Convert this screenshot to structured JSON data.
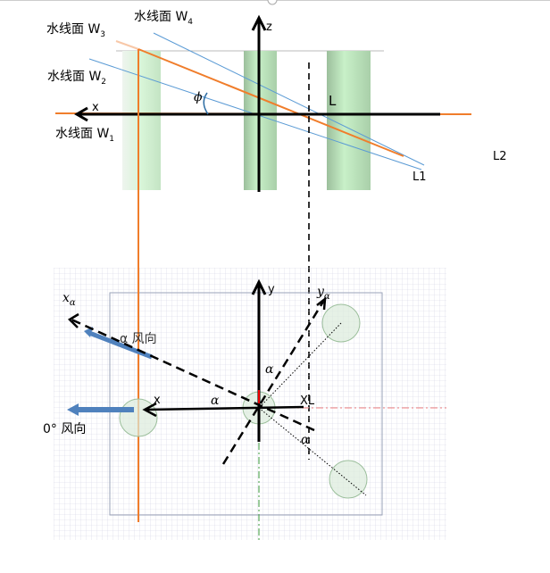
{
  "top_view": {
    "w1": "水线面 W",
    "w1_sub": "1",
    "w2": "水线面 W",
    "w2_sub": "2",
    "w3": "水线面 W",
    "w3_sub": "3",
    "w4": "水线面 W",
    "w4_sub": "4",
    "z_axis": "z",
    "x_axis": "x",
    "phi": "ϕ",
    "L": "L",
    "L1": "L1",
    "L2": "L2"
  },
  "plan_view": {
    "y_axis": "y",
    "x_axis": "x",
    "xa": "x",
    "ya": "y",
    "alpha_sub": "α",
    "alpha1": "α",
    "alpha2": "α",
    "alpha3": "α",
    "xl": "XL",
    "wind_alpha": "α 风向",
    "wind_zero": "0° 风向"
  },
  "colors": {
    "orange": "#f07d2b",
    "blue_line": "#5b9bd5",
    "wind_arrow": "#4f81bd",
    "pillar": "#b7dfb7"
  }
}
